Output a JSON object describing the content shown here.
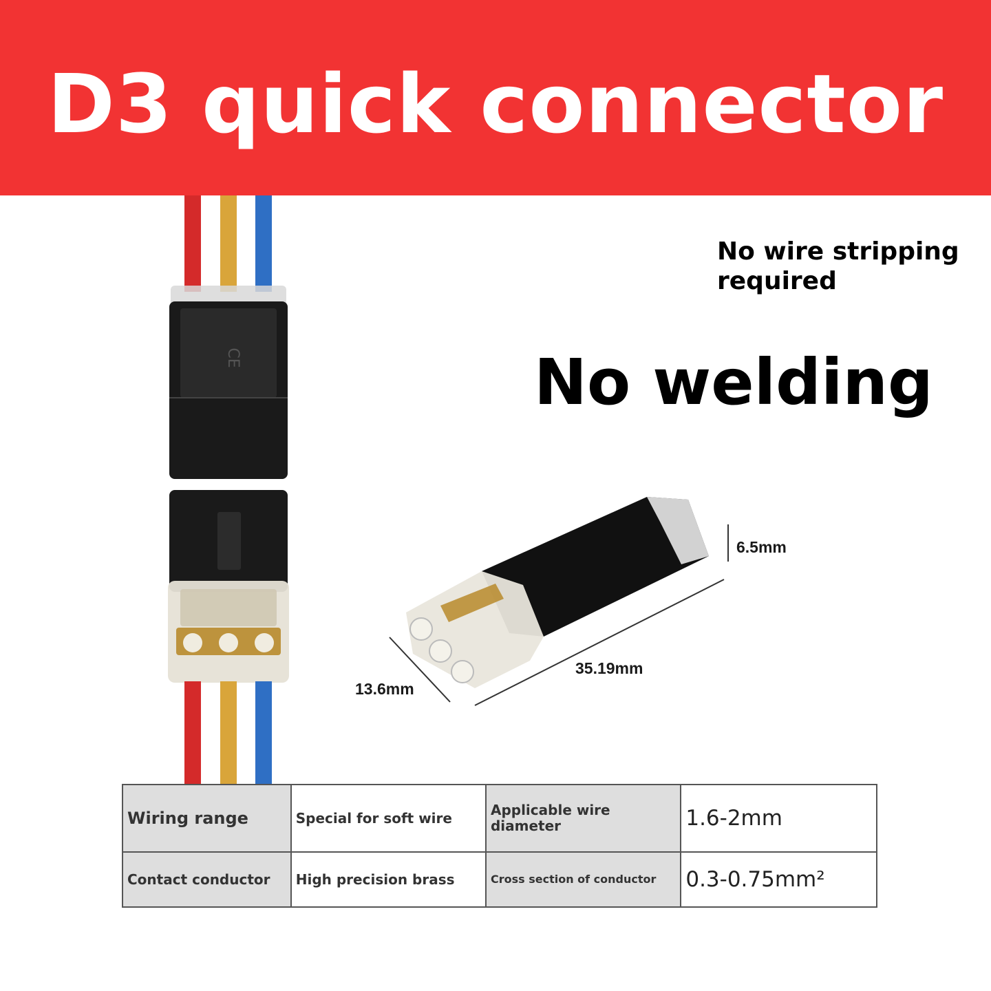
{
  "banner": {
    "title": "D3 quick connector",
    "color": "#f23333"
  },
  "features": {
    "stripping": "No wire stripping required",
    "welding": "No welding"
  },
  "dimensions": {
    "height": "6.5mm",
    "length": "35.19mm",
    "width": "13.6mm"
  },
  "wire_colors": [
    "#d42a2a",
    "#d9a53a",
    "#2f6fc4"
  ],
  "specs": {
    "row1": {
      "label1": "Wiring range",
      "value1": "Special for soft wire",
      "label2": "Applicable wire diameter",
      "value2": "1.6-2mm"
    },
    "row2": {
      "label1": "Contact conductor",
      "value1": "High precision brass",
      "label2": "Cross section of conductor",
      "value2": "0.3-0.75mm²"
    }
  }
}
